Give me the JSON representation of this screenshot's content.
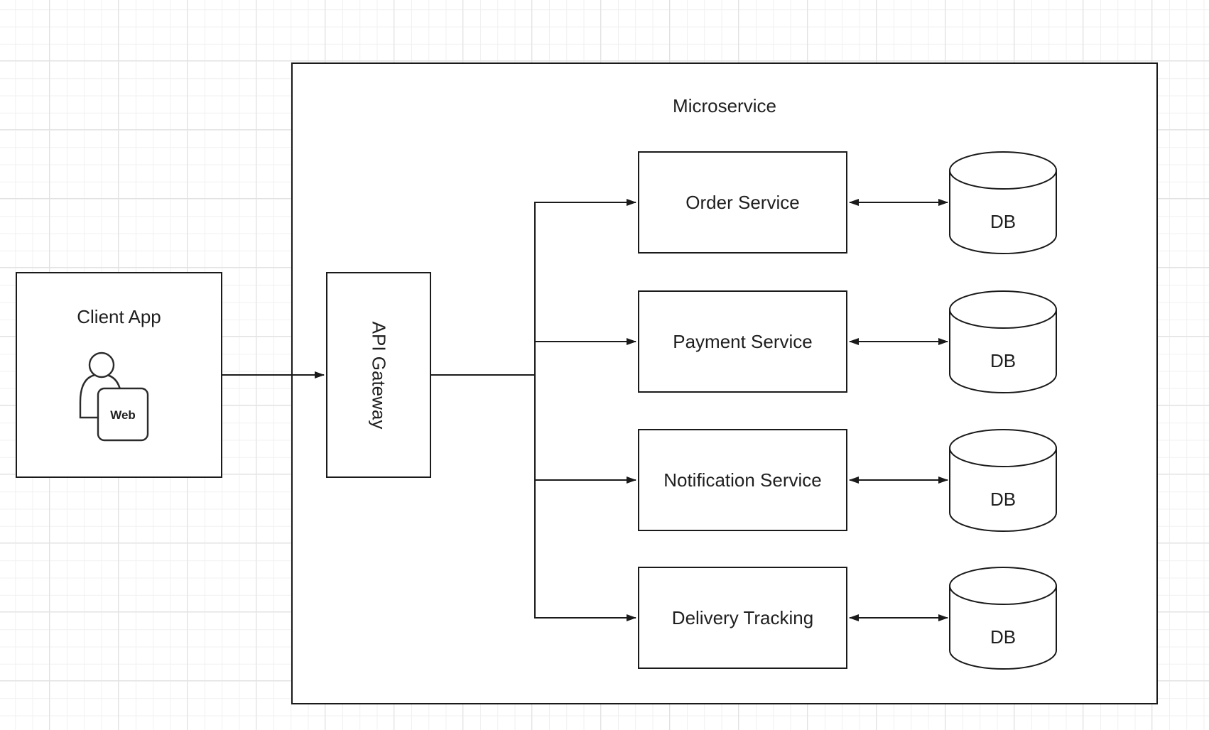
{
  "diagram": {
    "container": {
      "title": "Microservice"
    },
    "client": {
      "title": "Client App",
      "badge": "Web"
    },
    "gateway": {
      "label": "API Gateway"
    },
    "services": [
      {
        "name": "Order Service",
        "db": "DB"
      },
      {
        "name": "Payment Service",
        "db": "DB"
      },
      {
        "name": "Notification Service",
        "db": "DB"
      },
      {
        "name": "Delivery Tracking",
        "db": "DB"
      }
    ],
    "colors": {
      "stroke": "#1a1a1a",
      "text": "#1f1f1f",
      "node_fill": "#ffffff",
      "grid_minor": "#f0f0f0",
      "grid_major": "#e2e2e2",
      "background": "#ffffff"
    }
  }
}
